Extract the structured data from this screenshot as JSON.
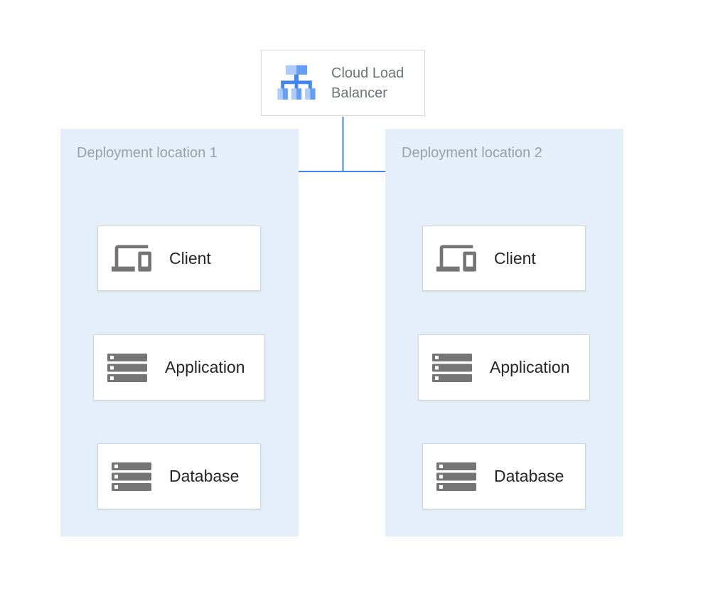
{
  "load_balancer": {
    "label": "Cloud Load Balancer",
    "icon": "cloud-load-balancer-icon"
  },
  "locations": [
    {
      "label": "Deployment location 1",
      "nodes": [
        {
          "label": "Client",
          "icon": "devices-icon"
        },
        {
          "label": "Application",
          "icon": "server-stack-icon"
        },
        {
          "label": "Database",
          "icon": "server-stack-icon"
        }
      ]
    },
    {
      "label": "Deployment location 2",
      "nodes": [
        {
          "label": "Client",
          "icon": "devices-icon"
        },
        {
          "label": "Application",
          "icon": "server-stack-icon"
        },
        {
          "label": "Database",
          "icon": "server-stack-icon"
        }
      ]
    }
  ],
  "colors": {
    "arrow": "#4285f4",
    "panel_background": "#e4eff9",
    "node_border": "#d2d6da",
    "icon_gray": "#757575",
    "lb_icon_light_blue": "#aecbfa",
    "lb_icon_medium_blue": "#669df6",
    "lb_icon_tree_blue": "#4285f4",
    "panel_label_text": "#9aa0a6",
    "node_label_text": "#252525",
    "lb_label_text": "#6e7377"
  }
}
